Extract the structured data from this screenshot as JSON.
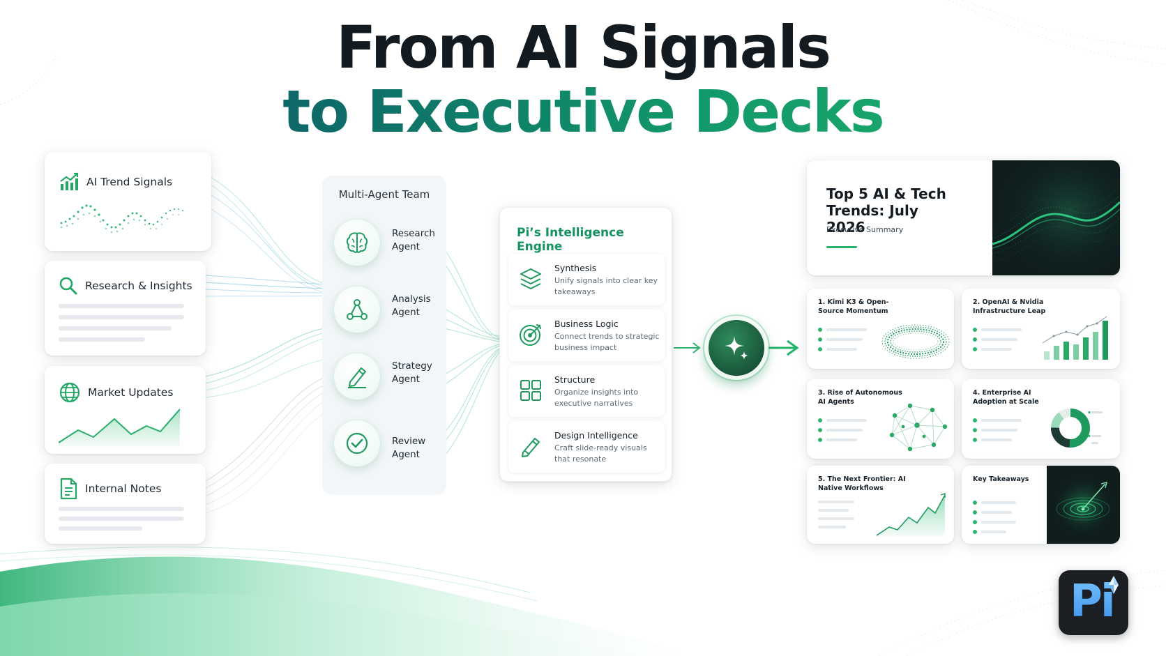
{
  "title": {
    "line1": "From AI Signals",
    "line2": "to Executive Decks"
  },
  "sources": [
    {
      "label": "AI Trend Signals",
      "icon": "trend-chart-icon"
    },
    {
      "label": "Research & Insights",
      "icon": "search-icon"
    },
    {
      "label": "Market Updates",
      "icon": "globe-icon"
    },
    {
      "label": "Internal Notes",
      "icon": "document-icon"
    }
  ],
  "agents": {
    "title": "Multi-Agent Team",
    "items": [
      {
        "line1": "Research",
        "line2": "Agent",
        "icon": "brain-icon"
      },
      {
        "line1": "Analysis",
        "line2": "Agent",
        "icon": "network-icon"
      },
      {
        "line1": "Strategy",
        "line2": "Agent",
        "icon": "pencil-icon"
      },
      {
        "line1": "Review",
        "line2": "Agent",
        "icon": "check-circle-icon"
      }
    ]
  },
  "engine": {
    "title": "Pi’s Intelligence Engine",
    "items": [
      {
        "title": "Synthesis",
        "desc": "Unify signals into clear key takeaways",
        "icon": "layers-icon"
      },
      {
        "title": "Business Logic",
        "desc": "Connect trends to strategic business impact",
        "icon": "target-icon"
      },
      {
        "title": "Structure",
        "desc": "Organize insights into executive narratives",
        "icon": "grid-icon"
      },
      {
        "title": "Design Intelligence",
        "desc": "Craft slide-ready visuals that resonate",
        "icon": "design-pencil-icon"
      }
    ]
  },
  "deck": {
    "hero_title": "Top 5 AI & Tech Trends: July 2026",
    "hero_subtitle": "Executive Summary",
    "slides": [
      {
        "title": "1. Kimi K3 & Open-Source Momentum"
      },
      {
        "title": "2. OpenAI & Nvidia Infrastructure Leap"
      },
      {
        "title": "3. Rise of Autonomous AI Agents"
      },
      {
        "title": "4. Enterprise AI Adoption at Scale"
      },
      {
        "title": "5. The Next Frontier: AI Native Workflows"
      },
      {
        "title": "Key Takeaways"
      }
    ]
  },
  "logo": {
    "text": "Pi"
  },
  "colors": {
    "accent_green": "#22b46a",
    "deep_teal": "#0f4d66",
    "dark_slide": "#0f1d1d"
  }
}
